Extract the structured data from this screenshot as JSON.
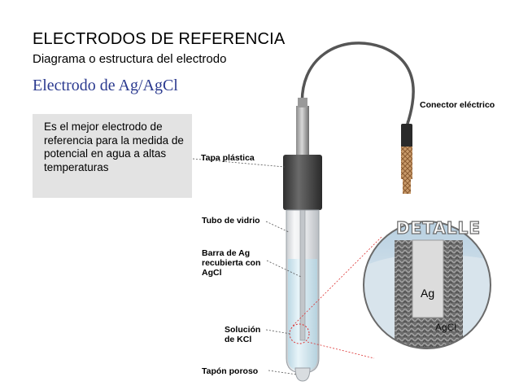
{
  "title": "ELECTRODOS DE REFERENCIA",
  "subtitle": "Diagrama o estructura del electrodo",
  "heading": "Electrodo de Ag/AgCl",
  "note": "Es el mejor electrodo de referencia para la medida de potencial en agua a altas temperaturas",
  "labels": {
    "connector": "Conector eléctrico",
    "cap": "Tapa plástica",
    "glass_tube": "Tubo de vidrio",
    "ag_bar_line1": "Barra de Ag",
    "ag_bar_line2": "recubierta con",
    "ag_bar_line3": "AgCl",
    "kcl_line1": "Solución",
    "kcl_line2": "de KCl",
    "porous_plug": "Tapón poroso"
  },
  "detail": {
    "title": "DETALLE",
    "ag": "Ag",
    "agcl": "AgCl"
  },
  "colors": {
    "heading": "#2b3a8f",
    "note_bg": "#e3e3e3",
    "cap": "#4a4a4a",
    "solution": "#d8ecf4",
    "connector": "#c89a6a"
  }
}
